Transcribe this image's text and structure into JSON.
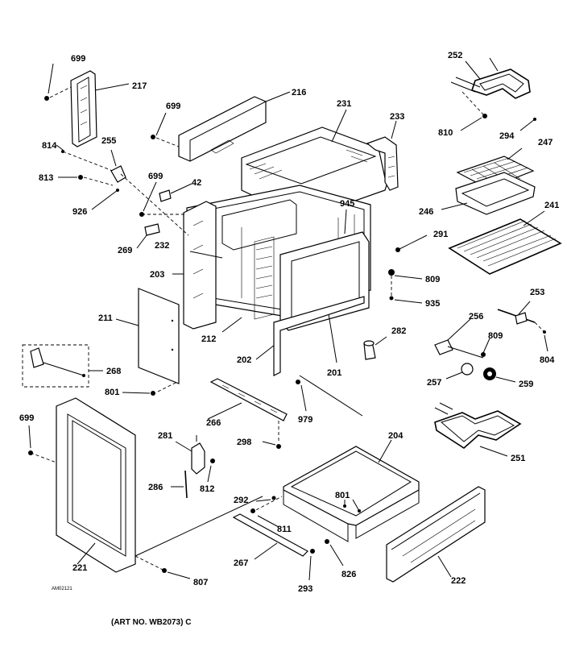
{
  "labels": {
    "l699a": "699",
    "l217": "217",
    "l699b": "699",
    "l216": "216",
    "l231": "231",
    "l233": "233",
    "l252": "252",
    "l810": "810",
    "l294": "294",
    "l247": "247",
    "l814": "814",
    "l255": "255",
    "l813": "813",
    "l699c": "699",
    "l42": "42",
    "l926": "926",
    "l945": "945",
    "l246": "246",
    "l241": "241",
    "l269": "269",
    "l232": "232",
    "l291a": "291",
    "l203": "203",
    "l809a": "809",
    "l935": "935",
    "l253": "253",
    "l211": "211",
    "l256": "256",
    "l809b": "809",
    "l212": "212",
    "l282": "282",
    "l804": "804",
    "l202": "202",
    "l268": "268",
    "l201": "201",
    "l257": "257",
    "l259": "259",
    "l801a": "801",
    "l979": "979",
    "l266": "266",
    "l699d": "699",
    "l281": "281",
    "l298": "298",
    "l204": "204",
    "l251": "251",
    "l286": "286",
    "l812": "812",
    "l292": "292",
    "l801b": "801",
    "l811": "811",
    "l267": "267",
    "l826": "826",
    "l222": "222",
    "l221": "221",
    "l807": "807",
    "l293": "293"
  },
  "artwork_code": "AM02121",
  "caption": "(ART NO. WB2073) C"
}
